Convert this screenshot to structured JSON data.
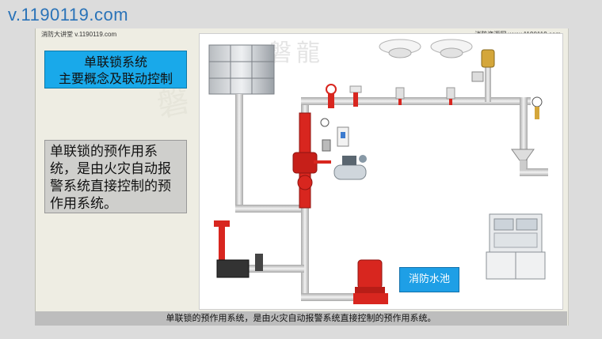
{
  "top_watermark": "v.1190119.com",
  "header": {
    "left_text": "消防大讲堂 v.1190119.com",
    "right_text": "消防资源网 www.1190119.com"
  },
  "title": {
    "line1": "单联锁系统",
    "line2": "主要概念及联动控制"
  },
  "description": "单联锁的预作用系统，是由火灾自动报警系统直接控制的预作用系统。",
  "caption": "单联锁的预作用系统，是由火灾自动报警系统直接控制的预作用系统。",
  "diagram": {
    "pool_label": "消防水池",
    "logo_text": "磐龍",
    "side_mark": "磐",
    "colors": {
      "pipe": "#c9c9c9",
      "valve_red": "#d8261f",
      "pool_blue": "#1e9fe6",
      "title_blue": "#19a9ea"
    }
  }
}
